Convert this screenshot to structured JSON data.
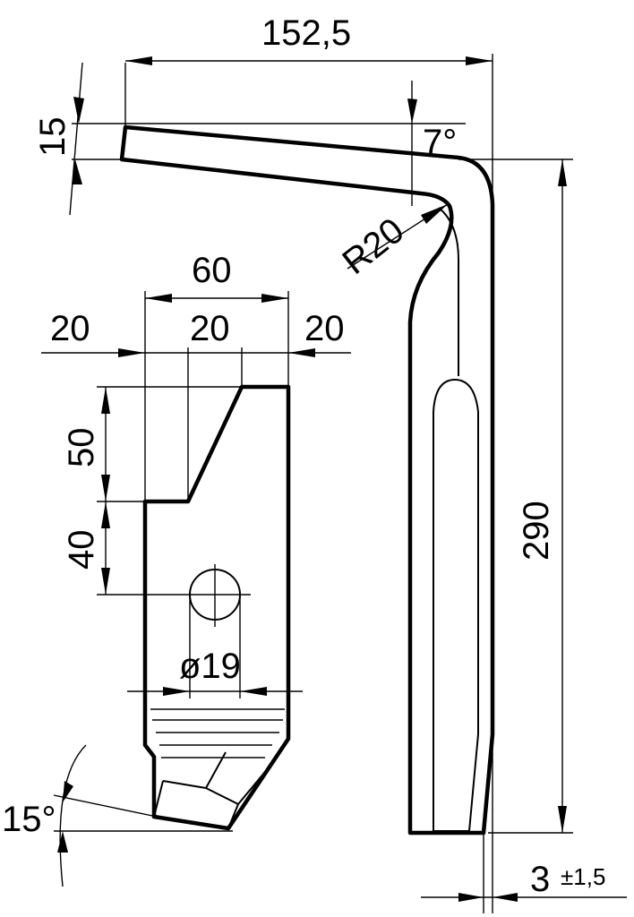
{
  "drawing": {
    "dimensions": {
      "overall_width": "152,5",
      "arm_thickness": "15",
      "bend_angle": "7°",
      "bend_radius": "R20",
      "overall_height": "290",
      "tip_offset": "3",
      "tip_tolerance": "±1,5",
      "mount_width": "60",
      "left_offset": "20",
      "middle_span": "20",
      "right_offset": "20",
      "upper_step": "50",
      "hole_height": "40",
      "hole_diameter": "ø19",
      "tip_angle": "15°"
    }
  }
}
